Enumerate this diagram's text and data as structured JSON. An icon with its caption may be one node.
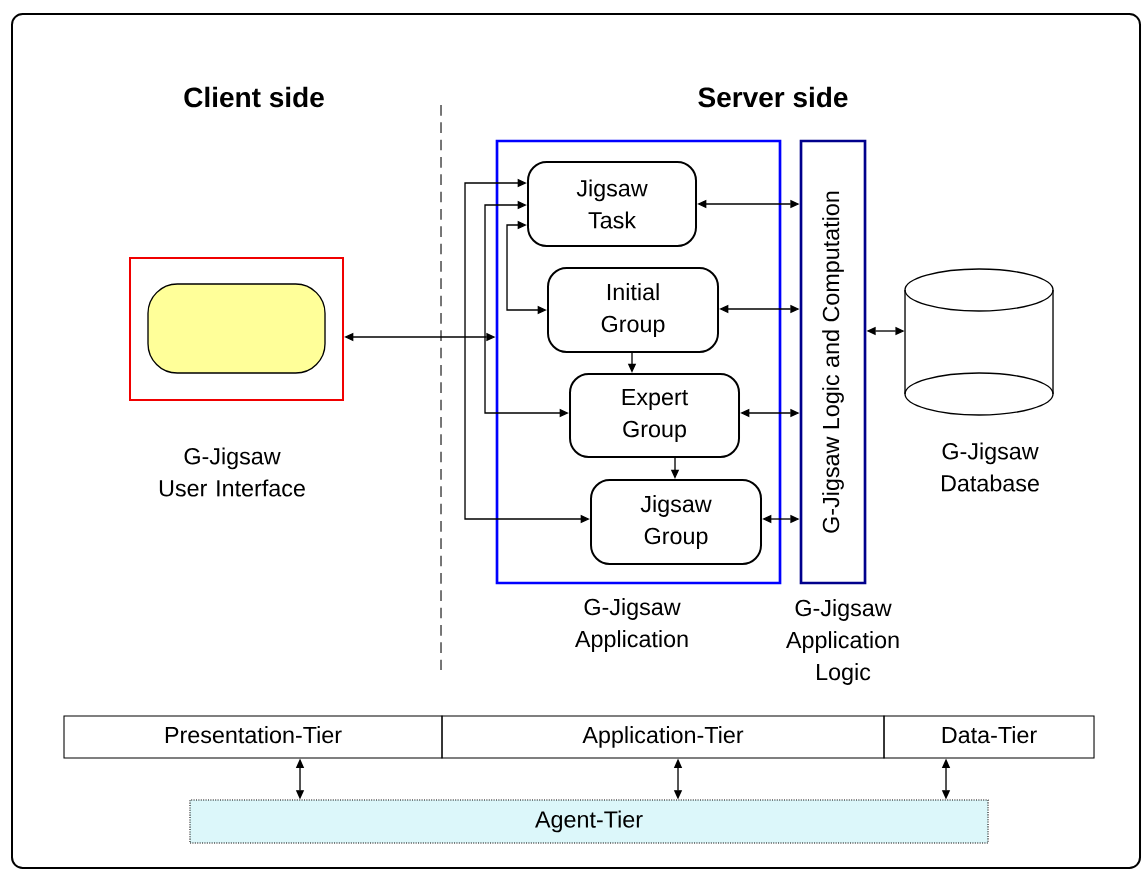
{
  "diagram": {
    "nodes": [
      {
        "text": [
          "G-Jigsaw User Interface"
        ]
      },
      {
        "text": [],
        "shape": "box",
        "in": 0
      },
      {
        "text": [
          "G-Jigsaw Application"
        ]
      },
      {
        "text": [
          "Jigsaw Task"
        ],
        "in": 2
      },
      {
        "text": [
          "Initial Group"
        ],
        "in": 2
      },
      {
        "text": [
          "Expert Group"
        ],
        "in": 2
      },
      {
        "text": [
          "Jigsaw Group"
        ],
        "in": 2
      },
      {
        "text": [
          "G-Jigsaw Logic and Computation",
          "G-Jigsaw Application Logic"
        ]
      },
      {
        "text": [
          "G-Jigsaw Database"
        ]
      },
      {
        "text": [
          "Presentation-Tier"
        ]
      },
      {
        "text": [
          "Application-Tier"
        ]
      },
      {
        "text": [
          "Data-Tier"
        ]
      },
      {
        "text": [
          "Agent-Tier"
        ]
      }
    ],
    "edges": [
      {
        "from": 0,
        "to": 2,
        "arrow": "both"
      },
      {
        "from": 3,
        "to": 6,
        "arrow": "both"
      },
      {
        "from": 3,
        "to": 5,
        "arrow": "both"
      },
      {
        "from": 3,
        "to": 4,
        "arrow": "both"
      },
      {
        "from": 4,
        "to": 5,
        "arrow": "to"
      },
      {
        "from": 5,
        "to": 6,
        "arrow": "to"
      },
      {
        "from": 3,
        "to": 7,
        "arrow": "both"
      },
      {
        "from": 4,
        "to": 7,
        "arrow": "both"
      },
      {
        "from": 5,
        "to": 7,
        "arrow": "both"
      },
      {
        "from": 6,
        "to": 7,
        "arrow": "both"
      },
      {
        "from": 7,
        "to": 8,
        "arrow": "both"
      },
      {
        "from": 9,
        "to": 12,
        "arrow": "both"
      },
      {
        "from": 10,
        "to": 12,
        "arrow": "both"
      },
      {
        "from": 11,
        "to": 12,
        "arrow": "both"
      }
    ],
    "labels": [
      "Client side",
      "Server side"
    ]
  }
}
